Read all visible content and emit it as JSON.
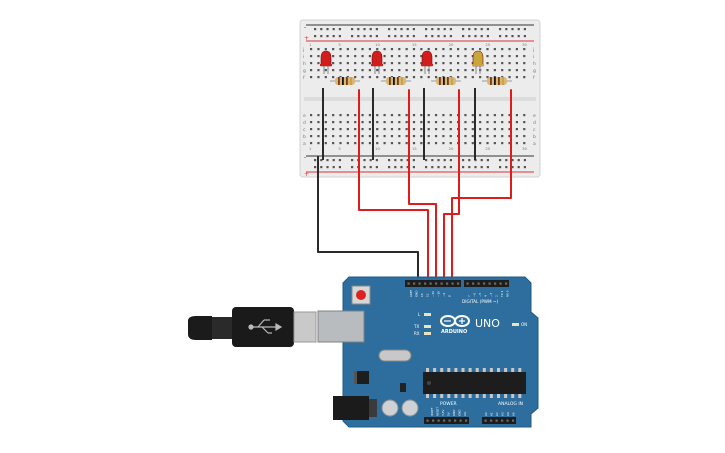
{
  "breadboard": {
    "rail_marks": {
      "plus": "+",
      "minus": "-"
    },
    "row_letters_top": [
      "j",
      "i",
      "h",
      "g",
      "f"
    ],
    "row_letters_bottom": [
      "e",
      "d",
      "c",
      "b",
      "a"
    ],
    "column_numbers": [
      "1",
      "5",
      "10",
      "15",
      "20",
      "25",
      "30"
    ]
  },
  "leds": [
    {
      "color": "#d21d1d"
    },
    {
      "color": "#d21d1d"
    },
    {
      "color": "#d21d1d"
    },
    {
      "color": "#c9a53a"
    }
  ],
  "wires": {
    "signal": "#e01b1b",
    "ground": "#2a2a2a"
  },
  "arduino": {
    "board_color": "#2d6e9e",
    "logo_text": "ARDUINO",
    "model_text": "UNO",
    "on_label": "ON",
    "led_labels": {
      "l": "L",
      "tx": "TX",
      "rx": "RX"
    },
    "digital_header_label": "DIGITAL (PWM ~)",
    "power_label": "POWER",
    "analog_label": "ANALOG IN",
    "digital_pin_labels": [
      "AREF",
      "GND",
      "13",
      "12",
      "~11",
      "~10",
      "~9",
      "8",
      "7",
      "~6",
      "~5",
      "4",
      "~3",
      "2",
      "TX 1",
      "RX 0"
    ],
    "power_pin_labels": [
      "IOREF",
      "RESET",
      "3.3V",
      "5V",
      "GND",
      "GND",
      "Vin"
    ],
    "analog_pin_labels": [
      "A0",
      "A1",
      "A2",
      "A3",
      "A4",
      "A5"
    ]
  }
}
